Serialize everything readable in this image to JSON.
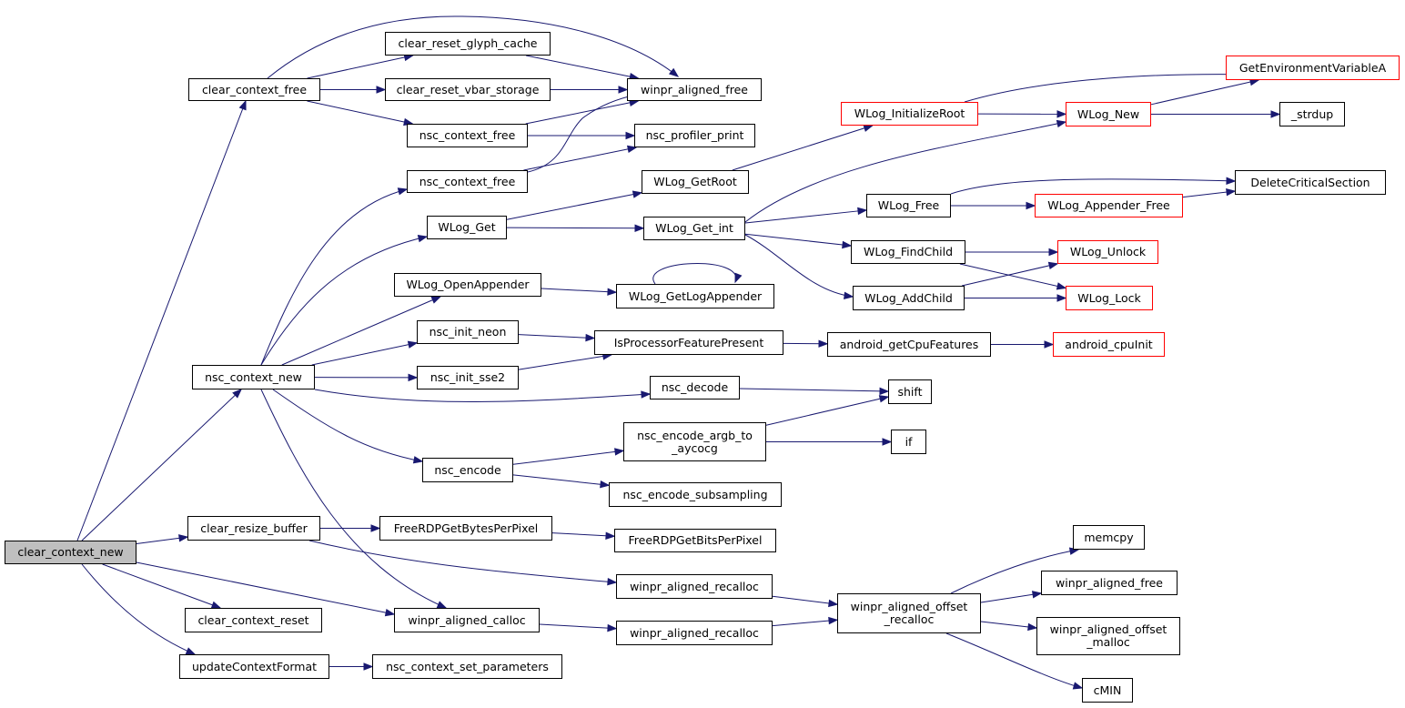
{
  "graph": {
    "nodes": [
      {
        "id": "clear_context_new",
        "label": "clear_context_new",
        "style": "root"
      },
      {
        "id": "clear_context_free",
        "label": "clear_context_free"
      },
      {
        "id": "clear_reset_glyph_cache",
        "label": "clear_reset_glyph_cache"
      },
      {
        "id": "clear_reset_vbar_storage",
        "label": "clear_reset_vbar_storage"
      },
      {
        "id": "nsc_context_free_a",
        "label": "nsc_context_free"
      },
      {
        "id": "nsc_context_free_b",
        "label": "nsc_context_free"
      },
      {
        "id": "winpr_aligned_free_a",
        "label": "winpr_aligned_free"
      },
      {
        "id": "nsc_profiler_print",
        "label": "nsc_profiler_print"
      },
      {
        "id": "WLog_Get",
        "label": "WLog_Get"
      },
      {
        "id": "WLog_GetRoot",
        "label": "WLog_GetRoot"
      },
      {
        "id": "WLog_Get_int",
        "label": "WLog_Get_int"
      },
      {
        "id": "WLog_InitializeRoot",
        "label": "WLog_InitializeRoot",
        "style": "red"
      },
      {
        "id": "WLog_New",
        "label": "WLog_New",
        "style": "red"
      },
      {
        "id": "GetEnvironmentVariableA",
        "label": "GetEnvironmentVariableA",
        "style": "red"
      },
      {
        "id": "_strdup",
        "label": "_strdup"
      },
      {
        "id": "WLog_Free",
        "label": "WLog_Free"
      },
      {
        "id": "DeleteCriticalSection",
        "label": "DeleteCriticalSection"
      },
      {
        "id": "WLog_Appender_Free",
        "label": "WLog_Appender_Free",
        "style": "red"
      },
      {
        "id": "WLog_FindChild",
        "label": "WLog_FindChild"
      },
      {
        "id": "WLog_Unlock",
        "label": "WLog_Unlock",
        "style": "red"
      },
      {
        "id": "WLog_AddChild",
        "label": "WLog_AddChild"
      },
      {
        "id": "WLog_Lock",
        "label": "WLog_Lock",
        "style": "red"
      },
      {
        "id": "WLog_OpenAppender",
        "label": "WLog_OpenAppender"
      },
      {
        "id": "WLog_GetLogAppender",
        "label": "WLog_GetLogAppender"
      },
      {
        "id": "nsc_init_neon",
        "label": "nsc_init_neon"
      },
      {
        "id": "IsProcessorFeaturePresent",
        "label": "IsProcessorFeaturePresent"
      },
      {
        "id": "android_getCpuFeatures",
        "label": "android_getCpuFeatures"
      },
      {
        "id": "android_cpuInit",
        "label": "android_cpuInit",
        "style": "red"
      },
      {
        "id": "nsc_context_new",
        "label": "nsc_context_new"
      },
      {
        "id": "nsc_init_sse2",
        "label": "nsc_init_sse2"
      },
      {
        "id": "nsc_decode",
        "label": "nsc_decode"
      },
      {
        "id": "shift",
        "label": "shift"
      },
      {
        "id": "nsc_encode_argb_to_aycocg",
        "label": "nsc_encode_argb_to\n_aycocg"
      },
      {
        "id": "if",
        "label": "if"
      },
      {
        "id": "nsc_encode",
        "label": "nsc_encode"
      },
      {
        "id": "nsc_encode_subsampling",
        "label": "nsc_encode_subsampling"
      },
      {
        "id": "clear_resize_buffer",
        "label": "clear_resize_buffer"
      },
      {
        "id": "FreeRDPGetBytesPerPixel",
        "label": "FreeRDPGetBytesPerPixel"
      },
      {
        "id": "FreeRDPGetBitsPerPixel",
        "label": "FreeRDPGetBitsPerPixel"
      },
      {
        "id": "memcpy",
        "label": "memcpy"
      },
      {
        "id": "winpr_aligned_recalloc_a",
        "label": "winpr_aligned_recalloc"
      },
      {
        "id": "winpr_aligned_free_b",
        "label": "winpr_aligned_free"
      },
      {
        "id": "winpr_aligned_offset_recalloc",
        "label": "winpr_aligned_offset\n_recalloc"
      },
      {
        "id": "clear_context_reset",
        "label": "clear_context_reset"
      },
      {
        "id": "winpr_aligned_calloc",
        "label": "winpr_aligned_calloc"
      },
      {
        "id": "winpr_aligned_recalloc_b",
        "label": "winpr_aligned_recalloc"
      },
      {
        "id": "winpr_aligned_offset_malloc",
        "label": "winpr_aligned_offset\n_malloc"
      },
      {
        "id": "updateContextFormat",
        "label": "updateContextFormat"
      },
      {
        "id": "nsc_context_set_parameters",
        "label": "nsc_context_set_parameters"
      },
      {
        "id": "cMIN",
        "label": "cMIN"
      }
    ],
    "edges": [
      [
        "clear_context_new",
        "clear_context_free"
      ],
      [
        "clear_context_new",
        "nsc_context_new"
      ],
      [
        "clear_context_new",
        "clear_resize_buffer"
      ],
      [
        "clear_context_new",
        "winpr_aligned_calloc"
      ],
      [
        "clear_context_new",
        "clear_context_reset"
      ],
      [
        "clear_context_new",
        "updateContextFormat"
      ],
      [
        "clear_context_free",
        "clear_reset_glyph_cache"
      ],
      [
        "clear_context_free",
        "clear_reset_vbar_storage"
      ],
      [
        "clear_context_free",
        "nsc_context_free_a"
      ],
      [
        "clear_context_free",
        "winpr_aligned_free_a"
      ],
      [
        "clear_reset_glyph_cache",
        "winpr_aligned_free_a"
      ],
      [
        "clear_reset_vbar_storage",
        "winpr_aligned_free_a"
      ],
      [
        "nsc_context_free_a",
        "winpr_aligned_free_a"
      ],
      [
        "nsc_context_free_a",
        "nsc_profiler_print"
      ],
      [
        "nsc_context_free_b",
        "winpr_aligned_free_a"
      ],
      [
        "nsc_context_free_b",
        "nsc_profiler_print"
      ],
      [
        "nsc_context_new",
        "nsc_context_free_b"
      ],
      [
        "nsc_context_new",
        "WLog_Get"
      ],
      [
        "nsc_context_new",
        "WLog_OpenAppender"
      ],
      [
        "nsc_context_new",
        "nsc_init_neon"
      ],
      [
        "nsc_context_new",
        "nsc_init_sse2"
      ],
      [
        "nsc_context_new",
        "nsc_decode"
      ],
      [
        "nsc_context_new",
        "nsc_encode"
      ],
      [
        "nsc_context_new",
        "winpr_aligned_calloc"
      ],
      [
        "WLog_Get",
        "WLog_GetRoot"
      ],
      [
        "WLog_Get",
        "WLog_Get_int"
      ],
      [
        "WLog_GetRoot",
        "WLog_InitializeRoot"
      ],
      [
        "WLog_InitializeRoot",
        "WLog_New"
      ],
      [
        "WLog_InitializeRoot",
        "GetEnvironmentVariableA"
      ],
      [
        "WLog_New",
        "GetEnvironmentVariableA"
      ],
      [
        "WLog_New",
        "_strdup"
      ],
      [
        "WLog_Get_int",
        "WLog_New"
      ],
      [
        "WLog_Get_int",
        "WLog_Free"
      ],
      [
        "WLog_Get_int",
        "WLog_FindChild"
      ],
      [
        "WLog_Get_int",
        "WLog_AddChild"
      ],
      [
        "WLog_Free",
        "DeleteCriticalSection"
      ],
      [
        "WLog_Free",
        "WLog_Appender_Free"
      ],
      [
        "WLog_Appender_Free",
        "DeleteCriticalSection"
      ],
      [
        "WLog_FindChild",
        "WLog_Unlock"
      ],
      [
        "WLog_FindChild",
        "WLog_Lock"
      ],
      [
        "WLog_AddChild",
        "WLog_Unlock"
      ],
      [
        "WLog_AddChild",
        "WLog_Lock"
      ],
      [
        "WLog_OpenAppender",
        "WLog_GetLogAppender"
      ],
      [
        "WLog_GetLogAppender",
        "WLog_GetLogAppender"
      ],
      [
        "nsc_init_neon",
        "IsProcessorFeaturePresent"
      ],
      [
        "nsc_init_sse2",
        "IsProcessorFeaturePresent"
      ],
      [
        "IsProcessorFeaturePresent",
        "android_getCpuFeatures"
      ],
      [
        "android_getCpuFeatures",
        "android_cpuInit"
      ],
      [
        "nsc_decode",
        "shift"
      ],
      [
        "nsc_encode",
        "nsc_encode_argb_to_aycocg"
      ],
      [
        "nsc_encode",
        "nsc_encode_subsampling"
      ],
      [
        "nsc_encode_argb_to_aycocg",
        "shift"
      ],
      [
        "nsc_encode_argb_to_aycocg",
        "if"
      ],
      [
        "clear_resize_buffer",
        "FreeRDPGetBytesPerPixel"
      ],
      [
        "clear_resize_buffer",
        "winpr_aligned_recalloc_a"
      ],
      [
        "FreeRDPGetBytesPerPixel",
        "FreeRDPGetBitsPerPixel"
      ],
      [
        "winpr_aligned_recalloc_a",
        "winpr_aligned_offset_recalloc"
      ],
      [
        "winpr_aligned_calloc",
        "winpr_aligned_recalloc_b"
      ],
      [
        "winpr_aligned_recalloc_b",
        "winpr_aligned_offset_recalloc"
      ],
      [
        "winpr_aligned_offset_recalloc",
        "memcpy"
      ],
      [
        "winpr_aligned_offset_recalloc",
        "winpr_aligned_free_b"
      ],
      [
        "winpr_aligned_offset_recalloc",
        "winpr_aligned_offset_malloc"
      ],
      [
        "winpr_aligned_offset_recalloc",
        "cMIN"
      ],
      [
        "updateContextFormat",
        "nsc_context_set_parameters"
      ]
    ]
  }
}
